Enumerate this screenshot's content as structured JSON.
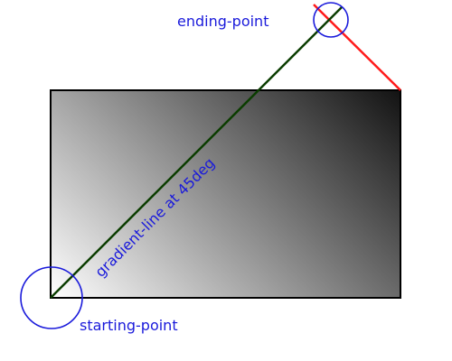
{
  "labels": {
    "start": "starting-point",
    "end": "ending-point",
    "line": "gradient-line at 45deg"
  },
  "colors": {
    "text": "#1a1adb",
    "circle": "#1a1adb",
    "gradient_line": "#0b3d00",
    "perpendicular_line": "#ff1a1a",
    "box_border": "#000000",
    "gradient_start": "#ffffff",
    "gradient_end": "#111111"
  },
  "gradient": {
    "angle": "45deg"
  }
}
